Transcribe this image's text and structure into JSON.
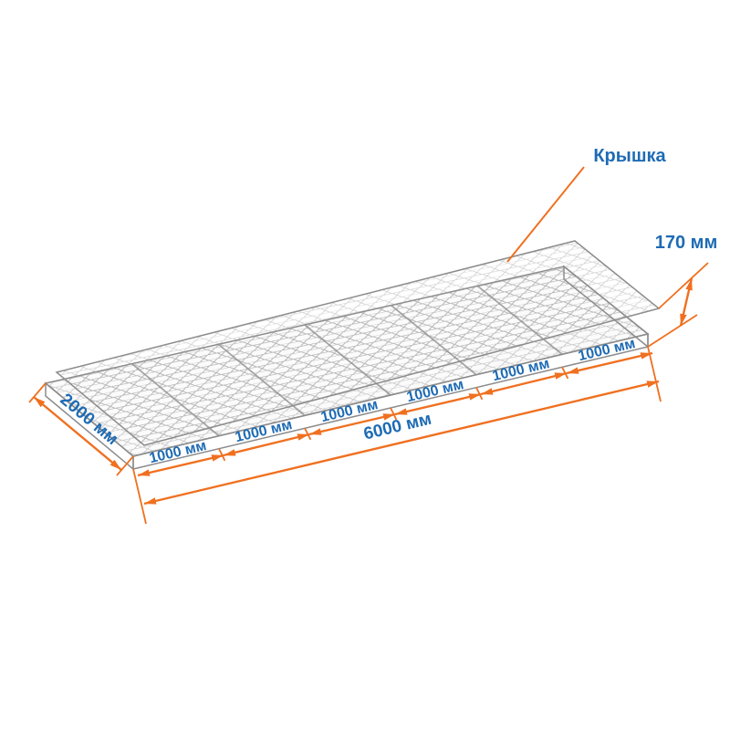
{
  "diagram": {
    "callout_lid": "Крышка",
    "dim_height": "170 мм",
    "dim_width": "2000 мм",
    "dim_total_length": "6000 мм",
    "dim_segments": [
      "1000 мм",
      "1000 мм",
      "1000 мм",
      "1000 мм",
      "1000 мм",
      "1000 мм"
    ],
    "colors": {
      "dimension": "#F07020",
      "text": "#1E6BB4",
      "mesh": "#9A9A9A",
      "background": "#FFFFFF"
    }
  }
}
